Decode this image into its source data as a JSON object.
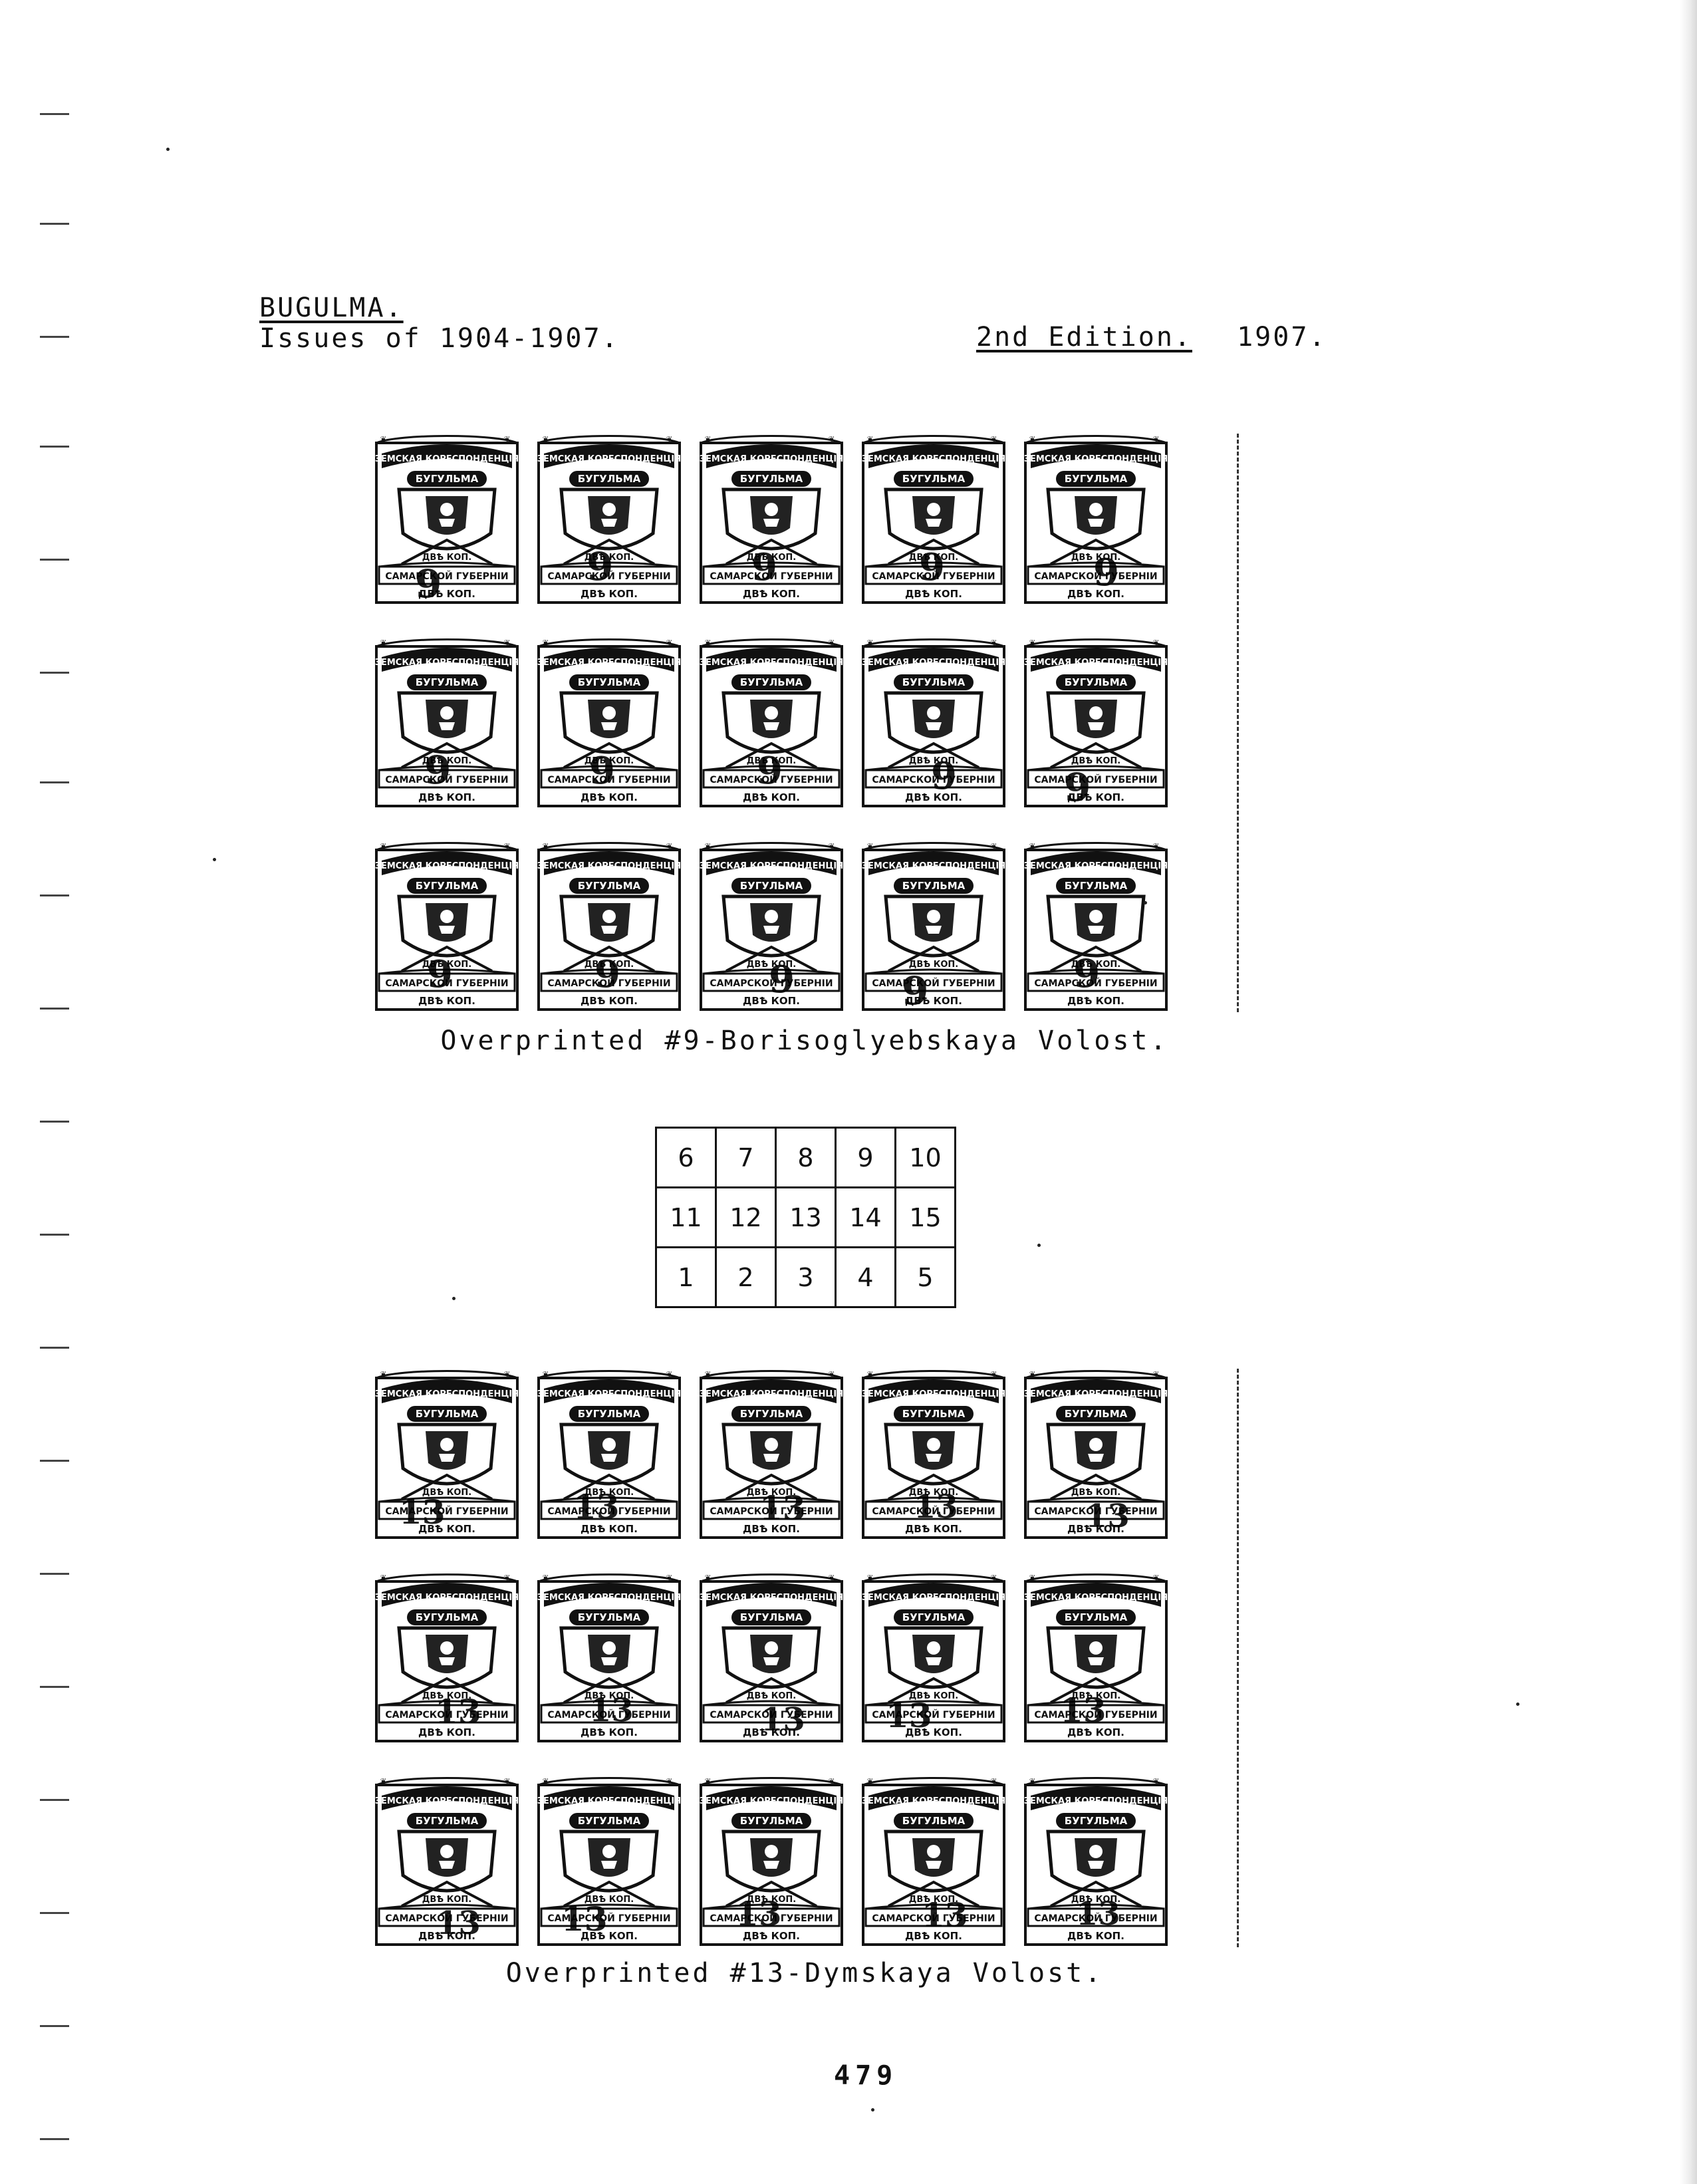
{
  "header": {
    "town": "BUGULMA.",
    "issues": "Issues of 1904-1907.",
    "edition_label": "2nd Edition.",
    "year": "1907."
  },
  "stamp": {
    "top_text": "ЗЕМСКАЯ КОРЕСПОНДЕНЦІЯ",
    "town_label": "БУГУЛЬМА",
    "value_text": "ДВѢ КОП.",
    "province_text": "САМАРСКОЙ ГУБЕРНІИ",
    "bottom_value": "ДВѢ КОП."
  },
  "sheet_top": {
    "overprint": "9",
    "caption": "Overprinted #9-Borisoglyebskaya Volost."
  },
  "layout_table": {
    "rows": [
      [
        "6",
        "7",
        "8",
        "9",
        "10"
      ],
      [
        "11",
        "12",
        "13",
        "14",
        "15"
      ],
      [
        "1",
        "2",
        "3",
        "4",
        "5"
      ]
    ]
  },
  "sheet_bottom": {
    "overprint": "13",
    "caption": "Overprinted #13-Dymskaya Volost."
  },
  "page_number": "479"
}
